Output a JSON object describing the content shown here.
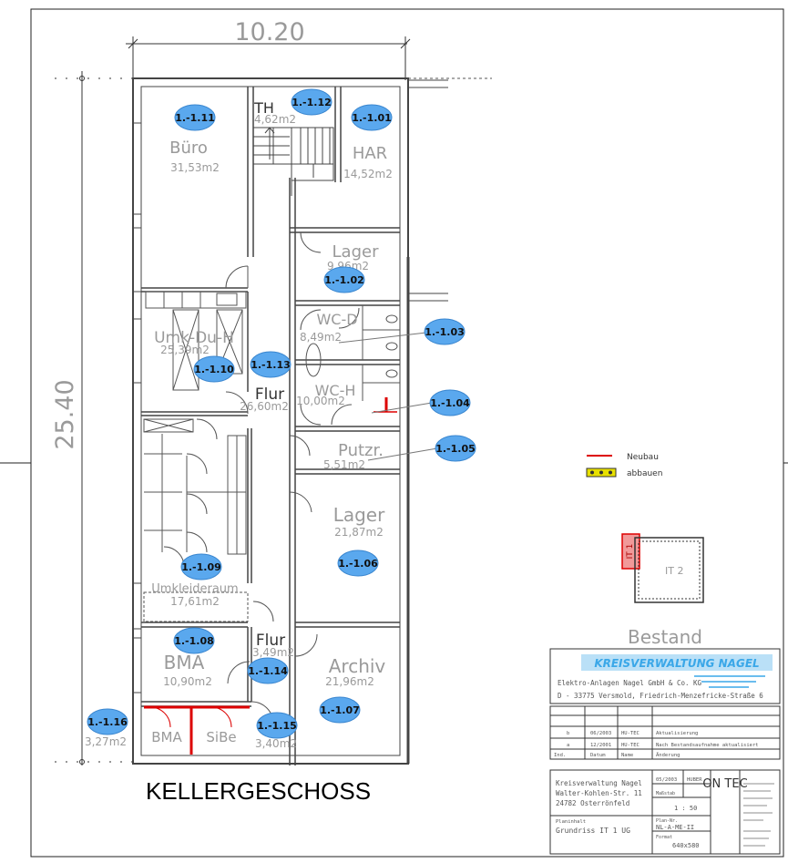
{
  "dimensions": {
    "width_label": "10.20",
    "height_label": "25.40"
  },
  "colors": {
    "bubble_fill": "#5aa8ee",
    "bubble_stroke": "#3a86cf",
    "new_build": "#dd0000",
    "demolish": "#e8e000",
    "logo_blue": "#3aa7e8"
  },
  "rooms": [
    {
      "id": "1.-1.11",
      "name": "Büro",
      "area": "31,53m2"
    },
    {
      "id": "1.-1.12",
      "name": "TH",
      "area": "4,62m2"
    },
    {
      "id": "1.-1.01",
      "name": "HAR",
      "area": "14,52m2"
    },
    {
      "id": "1.-1.02",
      "name": "Lager",
      "area": "9,96m2"
    },
    {
      "id": "1.-1.03",
      "name": "WC-D",
      "area": "8,49m2"
    },
    {
      "id": "1.-1.10",
      "name": "Umk-Du-H",
      "area": "25,39m2"
    },
    {
      "id": "1.-1.13",
      "name": "Flur",
      "area": "26,60m2"
    },
    {
      "id": "1.-1.04",
      "name": "WC-H",
      "area": "10,00m2"
    },
    {
      "id": "1.-1.05",
      "name": "Putzr.",
      "area": "5,51m2"
    },
    {
      "id": "1.-1.06",
      "name": "Lager",
      "area": "21,87m2"
    },
    {
      "id": "1.-1.09",
      "name": "Umkleideraum",
      "area": "17,61m2"
    },
    {
      "id": "1.-1.08",
      "name": "BMA",
      "area": "10,90m2"
    },
    {
      "id": "1.-1.14",
      "name": "Flur",
      "area": "3,49m2"
    },
    {
      "id": "1.-1.07",
      "name": "Archiv",
      "area": "21,96m2"
    },
    {
      "id": "1.-1.16",
      "name": "BMA",
      "area": "3,27m2"
    },
    {
      "id": "1.-1.15",
      "name": "SiBe",
      "area": "3,40m2"
    }
  ],
  "legend": {
    "new_label": "Neubau",
    "demolish_label": "abbauen"
  },
  "inset": {
    "label_left": "IT 1",
    "label_right": "IT 2",
    "caption": "Bestand"
  },
  "floor_title": "KELLERGESCHOSS",
  "title_block": {
    "logo_text": "KREISVERWALTUNG NAGEL",
    "company": "Elektro-Anlagen Nagel GmbH & Co. KG",
    "address": "D - 33775 Versmold, Friedrich-Menzefricke-Straße 6",
    "revisions": [
      {
        "idx": "b",
        "date": "06/2003",
        "by": "HU-TEC",
        "text": "Aktualisierung"
      },
      {
        "idx": "a",
        "date": "12/2001",
        "by": "HU-TEC",
        "text": "Nach Bestandsaufnahme aktualisiert"
      },
      {
        "idx": "Ind.",
        "date": "Datum",
        "by": "Name",
        "text": "Änderung"
      }
    ],
    "client_lines": [
      "Kreisverwaltung Nagel",
      "Walter-Kohlen-Str. 11",
      "24782 Osterrönfeld"
    ],
    "plan_title_label": "Planinhalt",
    "plan_title": "Grundriss IT 1 UG",
    "date_value": "05/2003",
    "name_value": "HUBER",
    "scale_label": "Maßstab",
    "scale": "1 : 50",
    "drawing_no_label": "Plan-Nr.",
    "drawing_no": "NL-A-ME-II",
    "format_label": "Format",
    "format": "640x580",
    "brand": "ON TEC"
  }
}
